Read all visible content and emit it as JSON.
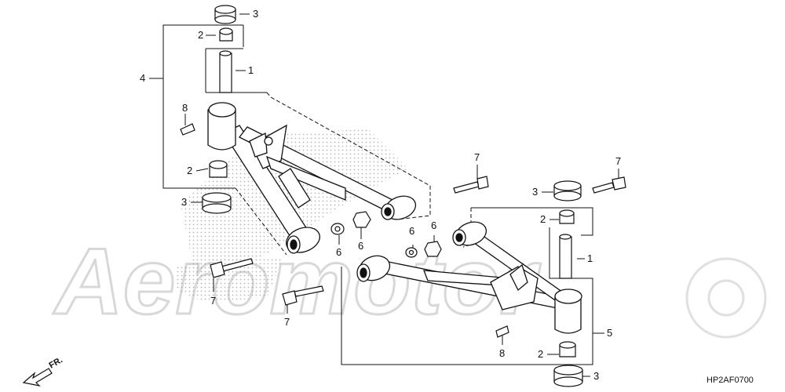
{
  "diagram": {
    "reference_code": "HP2AF0700",
    "direction_label": "FR.",
    "watermark_text": "Aeromotor",
    "callouts": [
      "1",
      "2",
      "3",
      "4",
      "5",
      "6",
      "7",
      "8"
    ],
    "colors": {
      "line": "#111111",
      "part_fill": "#ffffff",
      "dot_pattern": "#9a9a9a",
      "watermark": "#d8d8d8"
    }
  }
}
